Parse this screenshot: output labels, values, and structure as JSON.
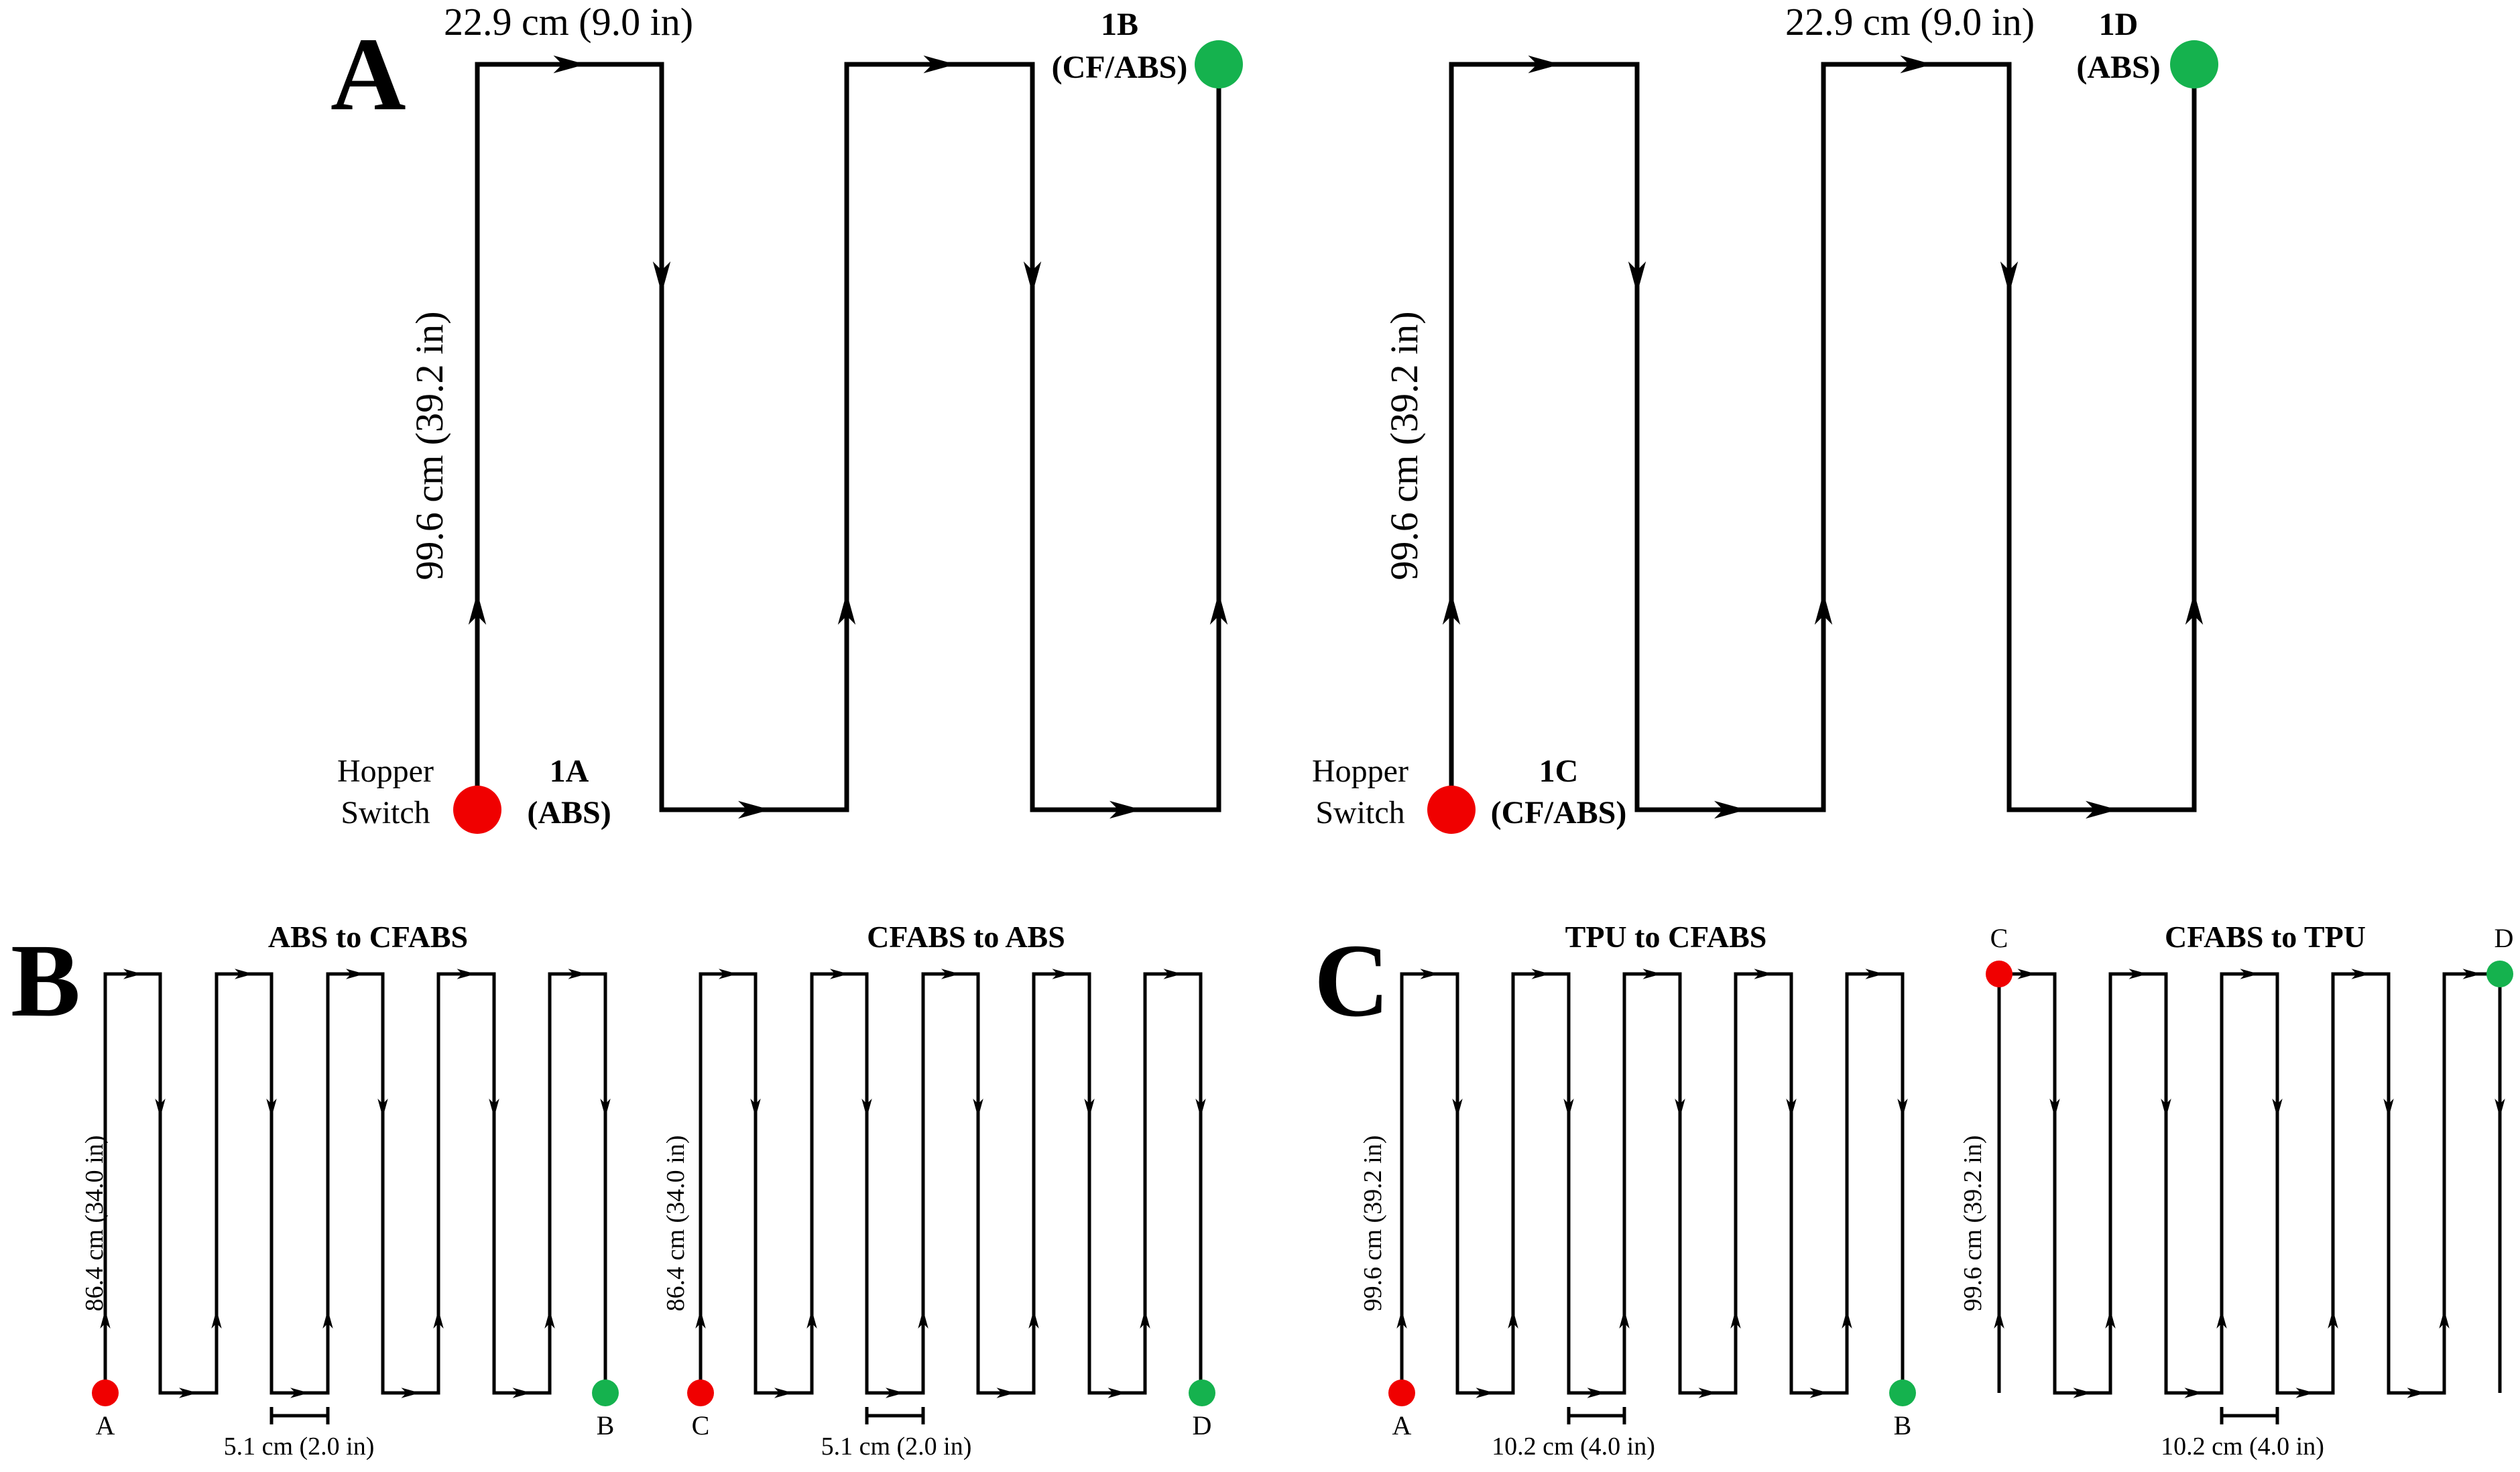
{
  "colors": {
    "start_dot": "#f00000",
    "end_dot": "#15b24e",
    "path": "#000000"
  },
  "panel_a": {
    "letter": "A",
    "left": {
      "width_label": "22.9 cm (9.0 in)",
      "height_label": "99.6 cm (39.2 in)",
      "hopper_line1": "Hopper",
      "hopper_line2": "Switch",
      "start_id": "1A",
      "start_material": "(ABS)",
      "end_id": "1B",
      "end_material": "(CF/ABS)"
    },
    "right": {
      "width_label": "22.9 cm (9.0 in)",
      "height_label": "99.6 cm (39.2 in)",
      "hopper_line1": "Hopper",
      "hopper_line2": "Switch",
      "start_id": "1C",
      "start_material": "(CF/ABS)",
      "end_id": "1D",
      "end_material": "(ABS)"
    }
  },
  "panel_b": {
    "letter": "B",
    "left": {
      "title": "ABS to CFABS",
      "height_label": "86.4 cm (34.0 in)",
      "spacing_label": "5.1 cm (2.0 in)",
      "start_label": "A",
      "end_label": "B"
    },
    "right": {
      "title": "CFABS to ABS",
      "height_label": "86.4 cm (34.0 in)",
      "spacing_label": "5.1 cm (2.0 in)",
      "start_label": "C",
      "end_label": "D"
    }
  },
  "panel_c": {
    "letter": "C",
    "left": {
      "title": "TPU to CFABS",
      "height_label": "99.6 cm (39.2 in)",
      "spacing_label": "10.2 cm (4.0 in)",
      "start_label": "A",
      "end_label": "B"
    },
    "right": {
      "title": "CFABS to TPU",
      "height_label": "99.6 cm (39.2 in)",
      "start_label": "C",
      "end_label": "D",
      "spacing_label": "10.2 cm (4.0 in)"
    }
  }
}
